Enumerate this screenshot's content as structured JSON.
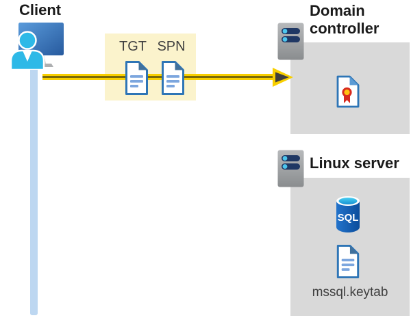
{
  "diagram": {
    "client": {
      "label": "Client"
    },
    "ticket_box": {
      "tgt_label": "TGT",
      "spn_label": "SPN"
    },
    "domain_controller": {
      "label": "Domain controller"
    },
    "linux_server": {
      "label": "Linux server",
      "sql_label": "SQL",
      "keytab_label": "mssql.keytab"
    },
    "colors": {
      "arrow_yellow": "#F8CF00",
      "arrow_core_olive": "#7A6A08",
      "arrowhead_dark": "#3F3F3F",
      "highlight_box_yellow": "#FBF3CC",
      "container_gray": "#D9D9D9",
      "document_border_blue": "#2E75B6",
      "document_fold_blue": "#41719C",
      "document_line_blue": "#7CA6DE",
      "person_cyan": "#2EB9E7",
      "monitor_blue": "#3B77C2",
      "timeline_light_blue": "#BDD7F1",
      "server_body_gray": "#A5A7A9",
      "server_slot_navy": "#203864",
      "server_dot_cyan": "#4DC6ED",
      "sql_body_blue": "#1262BE",
      "sql_top_cyan": "#2FB8E8",
      "certificate_red": "#D7291D",
      "certificate_gold": "#FFC20E",
      "title_text": "#1B1B1B",
      "caption_text": "#3F3F3F"
    }
  }
}
